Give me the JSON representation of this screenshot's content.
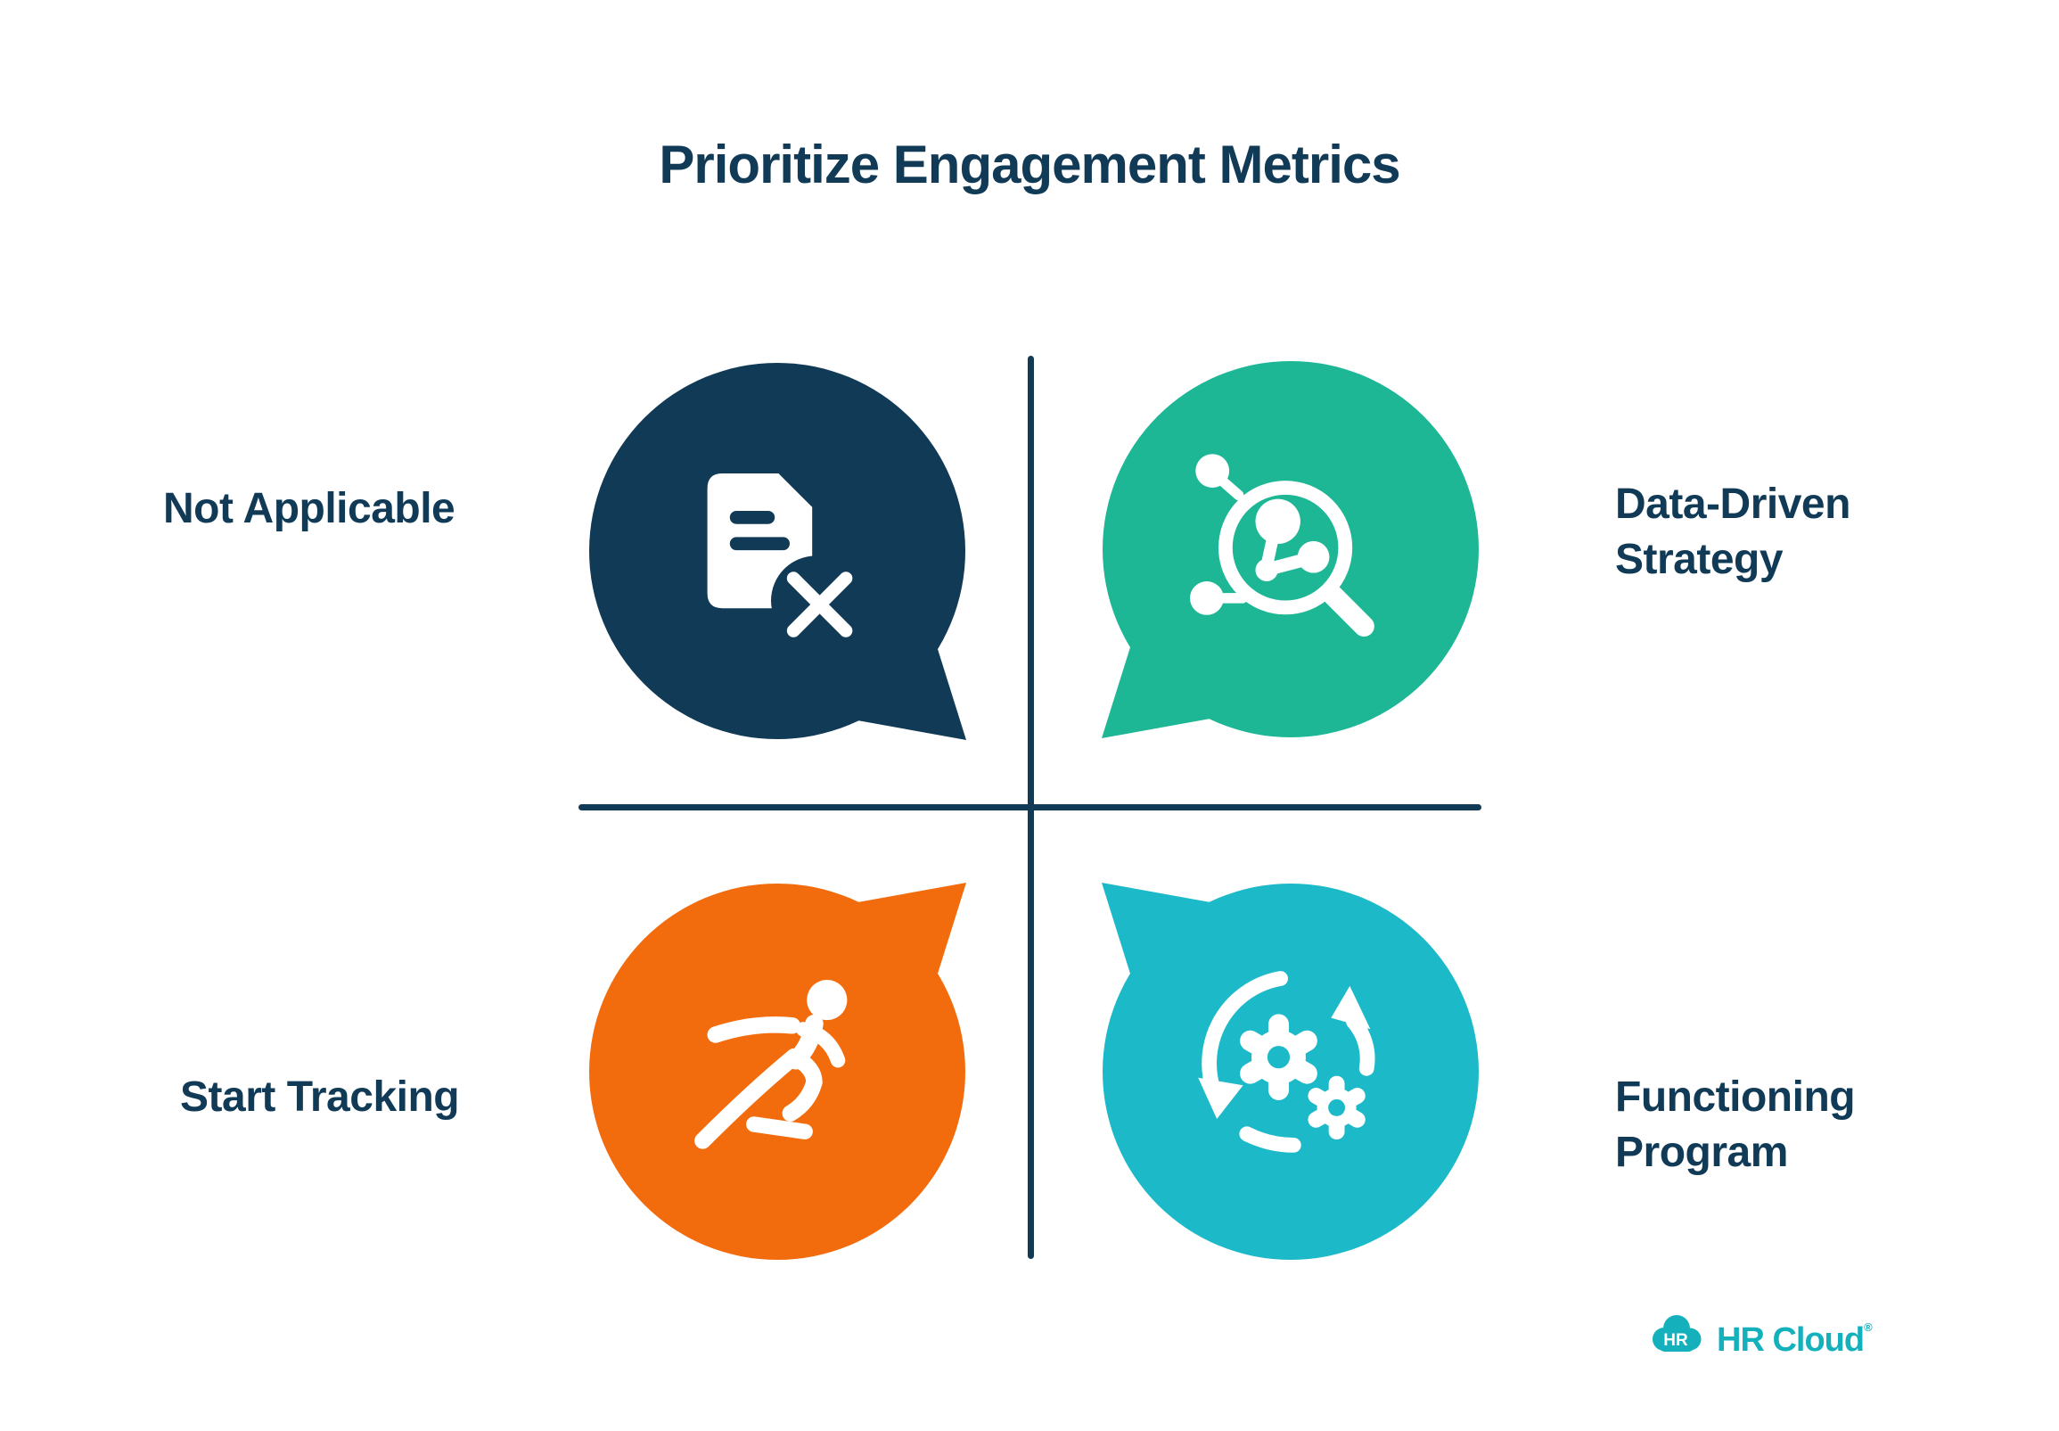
{
  "title": "Prioritize Engagement Metrics",
  "text_color": "#113a57",
  "divider_color": "#113a57",
  "background_color": "#ffffff",
  "icon_foreground_color": "#ffffff",
  "quadrants": [
    {
      "position": "top-left",
      "label": "Not Applicable",
      "bubble_color": "#113a57",
      "icon": "document-rejected-icon",
      "tail_direction": "bottom-right"
    },
    {
      "position": "top-right",
      "label": "Data-Driven Strategy",
      "bubble_color": "#1db795",
      "icon": "data-magnifier-icon",
      "tail_direction": "bottom-left"
    },
    {
      "position": "bottom-left",
      "label": "Start Tracking",
      "bubble_color": "#f26c0d",
      "icon": "runner-icon",
      "tail_direction": "top-right"
    },
    {
      "position": "bottom-right",
      "label": "Functioning Program",
      "bubble_color": "#1cb9c9",
      "icon": "gears-cycle-icon",
      "tail_direction": "top-left"
    }
  ],
  "logo": {
    "badge_text": "HR",
    "brand": "HR Cloud",
    "registered_mark": "®",
    "color": "#14b1bd"
  }
}
